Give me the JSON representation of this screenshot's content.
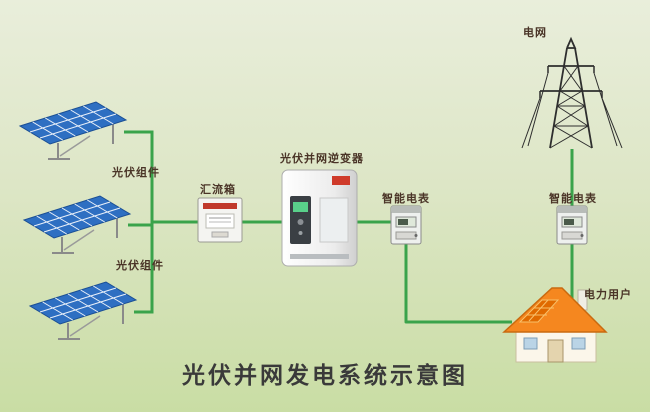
{
  "title": "光伏并网发电系统示意图",
  "labels": {
    "pv_array_1": "光伏组件",
    "pv_array_2": "光伏组件",
    "combiner_box": "汇流箱",
    "inverter": "光伏并网逆变器",
    "smart_meter_left": "智能电表",
    "grid": "电网",
    "smart_meter_right": "智能电表",
    "power_user": "电力用户"
  },
  "colors": {
    "connector_green": "#3aa34b",
    "panel_blue": "#2e6fc2",
    "roof_orange": "#f5871f",
    "label_text": "#4a3427",
    "title_text": "#3a3a3a",
    "background_top": "#e9eedb",
    "background_bottom": "#c9dda4"
  }
}
